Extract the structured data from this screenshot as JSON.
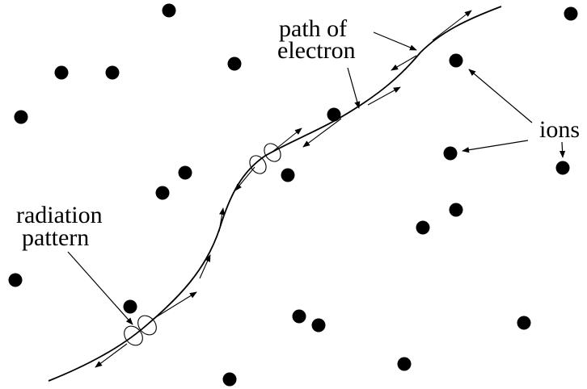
{
  "labels": {
    "path_line1": "path of",
    "path_line2": "electron",
    "ions": "ions",
    "radiation_line1": "radiation",
    "radiation_line2": "pattern"
  },
  "colors": {
    "ink": "#000000",
    "background": "#ffffff"
  }
}
